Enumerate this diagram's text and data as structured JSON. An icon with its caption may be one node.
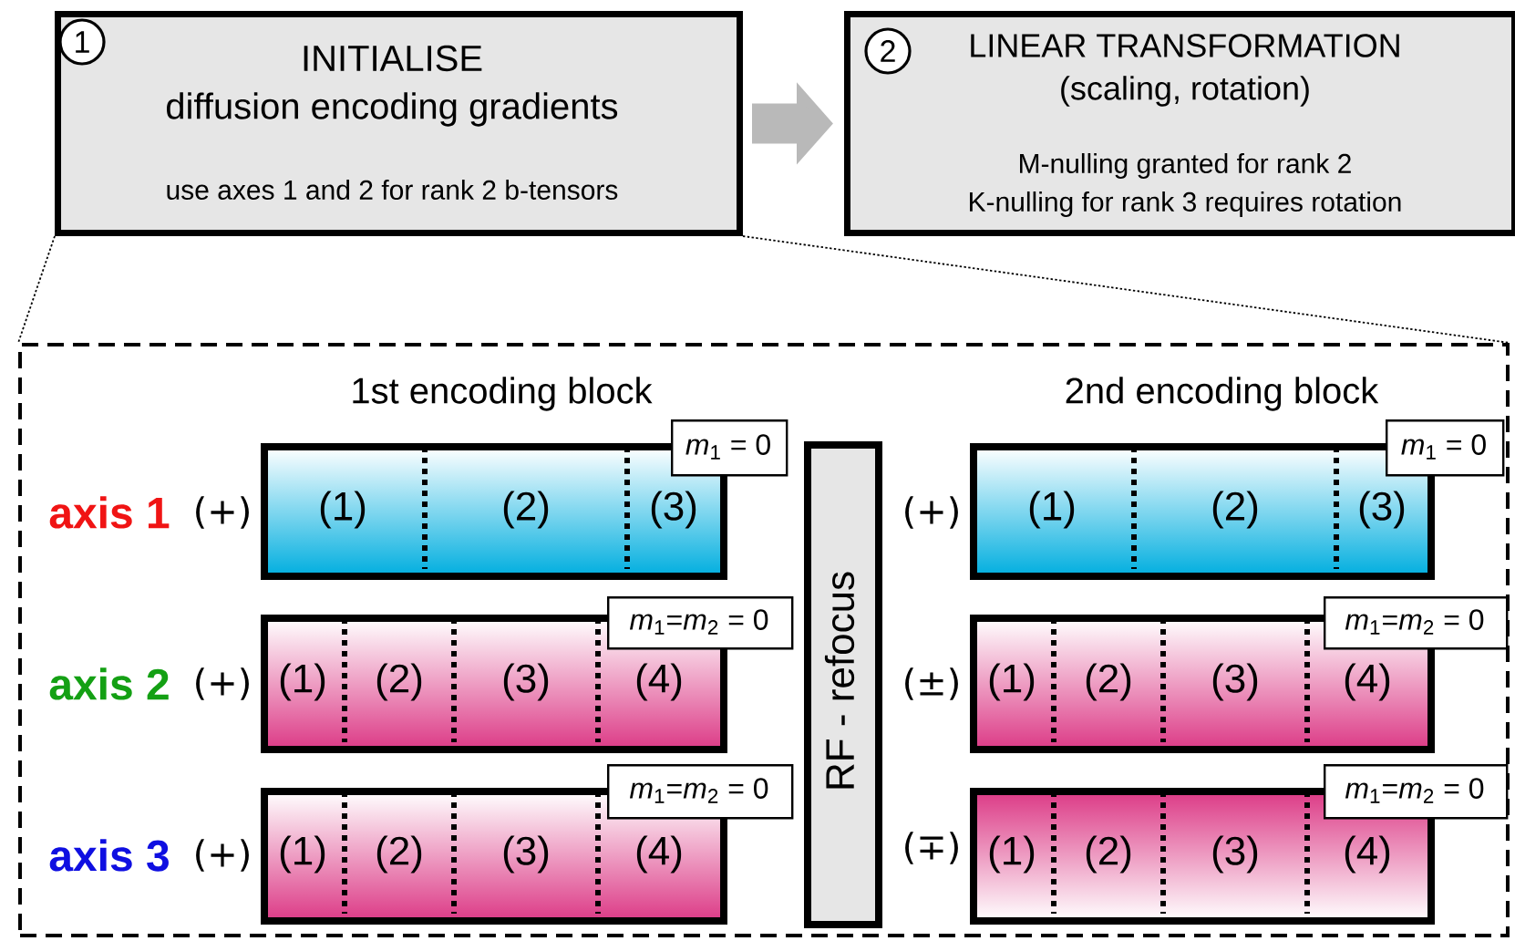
{
  "diagram": {
    "nodes": [
      {
        "text": [
          "1",
          "INITIALISE",
          "diffusion encoding gradients",
          "use axes 1 and 2 for rank 2 b-tensors"
        ]
      },
      {
        "text": [
          "2",
          "LINEAR TRANSFORMATION",
          "(scaling, rotation)",
          "M-nulling granted for rank 2",
          "K-nulling for rank 3 requires rotation"
        ]
      },
      {
        "text": [],
        "shape": "box"
      },
      {
        "text": [
          "(1)",
          "(2)",
          "(3)"
        ],
        "in": 2
      },
      {
        "text": [
          "*m*$_{1}$ = 0"
        ],
        "in": 2
      },
      {
        "text": [
          "RF - refocus"
        ],
        "in": 2
      },
      {
        "text": [
          "(1)",
          "(2)",
          "(3)"
        ],
        "in": 2
      },
      {
        "text": [
          "*m*$_{1}$ = 0"
        ],
        "in": 2
      },
      {
        "text": [
          "(1)",
          "(2)",
          "(3)",
          "(4)"
        ],
        "in": 2
      },
      {
        "text": [
          "*m*$_{1}$=*m*$_{2}$ = 0"
        ],
        "in": 2
      },
      {
        "text": [
          "(1)",
          "(2)",
          "(3)",
          "(4)"
        ],
        "in": 2
      },
      {
        "text": [
          "*m*$_{1}$=*m*$_{2}$ = 0"
        ],
        "in": 2
      },
      {
        "text": [
          "(1)",
          "(2)",
          "(3)",
          "(4)"
        ],
        "in": 2
      },
      {
        "text": [
          "*m*$_{1}$=*m*$_{2}$ = 0"
        ],
        "in": 2
      },
      {
        "text": [
          "(1)",
          "(2)",
          "(3)",
          "(4)"
        ],
        "in": 2
      },
      {
        "text": [
          "*m*$_{1}$=*m*$_{2}$ = 0"
        ],
        "in": 2
      }
    ],
    "edges": [
      {
        "from": 0,
        "to": 1,
        "arrow": "to",
        "style": "thick",
        "color": "#b9b9b9"
      },
      {
        "from": 0,
        "to": 2,
        "arrow": "none",
        "style": "dashed"
      },
      {
        "from": 0,
        "to": 2,
        "arrow": "none",
        "style": "dashed"
      }
    ],
    "labels": [
      "1st encoding block",
      "2nd encoding block",
      "axis 1",
      "(+)",
      "(+)",
      "axis 2",
      "(+)",
      "(±)",
      "axis 3",
      "(+)",
      "(∓)"
    ]
  }
}
